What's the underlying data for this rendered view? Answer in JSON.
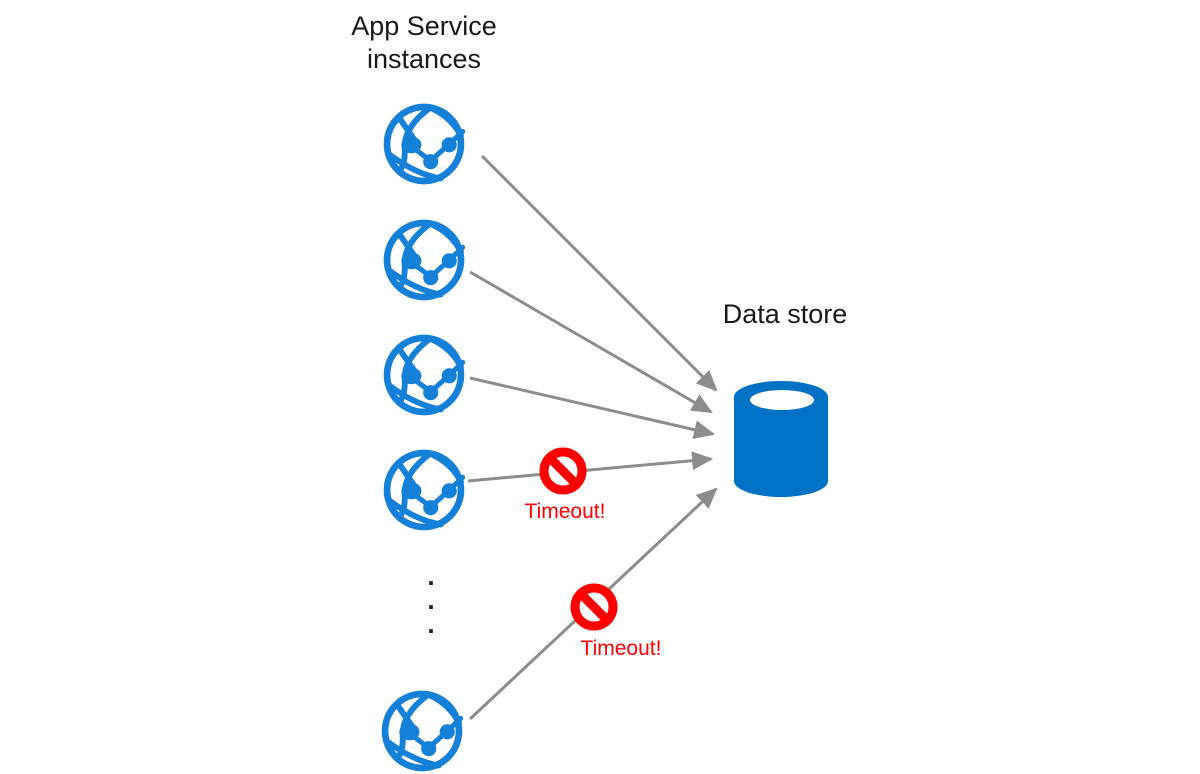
{
  "diagram": {
    "title": "App Service instances",
    "datastore_label": "Data store",
    "timeout_labels": [
      "Timeout!",
      "Timeout!"
    ],
    "ellipsis_dot": ".",
    "app_service_instance_count": 5
  },
  "icons": {
    "app_service": "web-app-globe-icon",
    "data_store": "database-cylinder-icon",
    "timeout": "prohibition-no-entry-icon",
    "connector": "gray-arrow-right"
  },
  "colors": {
    "app_service_blue": "#1580D8",
    "datastore_blue": "#0072C6",
    "arrow_gray": "#8C8C8C",
    "error_red": "#FF0000",
    "text_color": "#1A1A1A",
    "background": "#FFFFFF"
  }
}
